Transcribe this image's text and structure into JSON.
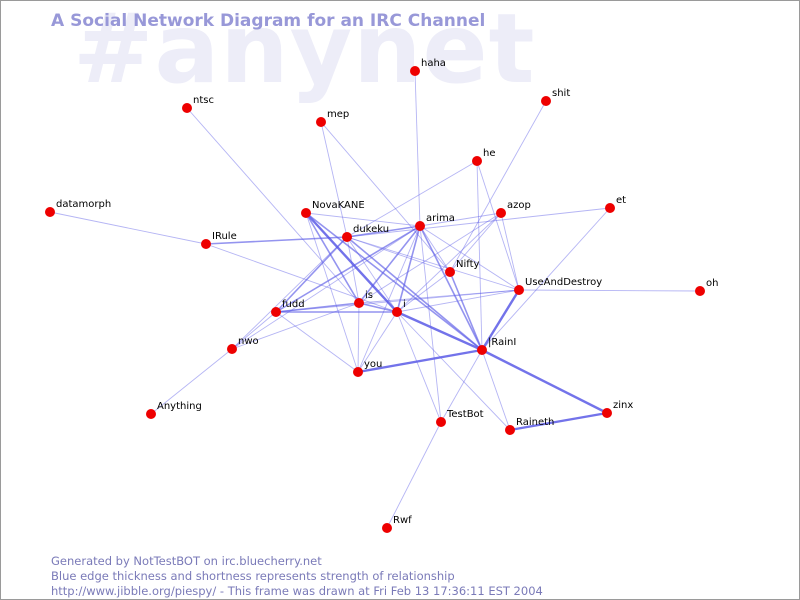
{
  "watermark": "#anynet",
  "title": "A Social Network Diagram for an IRC Channel",
  "footer": {
    "line1": "Generated by NotTestBOT on irc.bluecherry.net",
    "line2": "Blue edge thickness and shortness represents strength of relationship",
    "line3": "http://www.jibble.org/piespy/ - This frame was drawn at Fri Feb 13 17:36:11 EST 2004"
  },
  "colors": {
    "node": "#ee0000",
    "edge": "#5a5ae6",
    "title": "#9898d8",
    "watermark": "#ededf8"
  },
  "nodes": [
    {
      "id": "haha",
      "label": "haha"
    },
    {
      "id": "shit",
      "label": "shit"
    },
    {
      "id": "ntsc",
      "label": "ntsc"
    },
    {
      "id": "mep",
      "label": "mep"
    },
    {
      "id": "he",
      "label": "he"
    },
    {
      "id": "datamorph",
      "label": "datamorph"
    },
    {
      "id": "NovaKANE",
      "label": "NovaKANE"
    },
    {
      "id": "arima",
      "label": "arima"
    },
    {
      "id": "azop",
      "label": "azop"
    },
    {
      "id": "et",
      "label": "et"
    },
    {
      "id": "IRule",
      "label": "IRule"
    },
    {
      "id": "dukeku",
      "label": "dukeku"
    },
    {
      "id": "Nifty",
      "label": "Nifty"
    },
    {
      "id": "UseAndDestroy",
      "label": "UseAndDestroy"
    },
    {
      "id": "oh",
      "label": "oh"
    },
    {
      "id": "fudd",
      "label": "fudd"
    },
    {
      "id": "is",
      "label": "is"
    },
    {
      "id": "i",
      "label": "i"
    },
    {
      "id": "nwo",
      "label": "nwo"
    },
    {
      "id": "IRainI",
      "label": "|RainI"
    },
    {
      "id": "you",
      "label": "you"
    },
    {
      "id": "Anything",
      "label": "Anything"
    },
    {
      "id": "TestBot",
      "label": "TestBot"
    },
    {
      "id": "zinx",
      "label": "zinx"
    },
    {
      "id": "Raineth",
      "label": "Raineth"
    },
    {
      "id": "Rwf",
      "label": "Rwf"
    }
  ],
  "edges": [
    {
      "from": "haha",
      "to": "arima",
      "weight": 1
    },
    {
      "from": "shit",
      "to": "Nifty",
      "weight": 1
    },
    {
      "from": "ntsc",
      "to": "is",
      "weight": 1
    },
    {
      "from": "mep",
      "to": "dukeku",
      "weight": 1
    },
    {
      "from": "mep",
      "to": "Nifty",
      "weight": 1
    },
    {
      "from": "he",
      "to": "dukeku",
      "weight": 1
    },
    {
      "from": "he",
      "to": "UseAndDestroy",
      "weight": 1
    },
    {
      "from": "he",
      "to": "IRainI",
      "weight": 1
    },
    {
      "from": "datamorph",
      "to": "IRule",
      "weight": 1
    },
    {
      "from": "NovaKANE",
      "to": "arima",
      "weight": 1
    },
    {
      "from": "NovaKANE",
      "to": "is",
      "weight": 2
    },
    {
      "from": "NovaKANE",
      "to": "i",
      "weight": 3
    },
    {
      "from": "NovaKANE",
      "to": "IRainI",
      "weight": 2
    },
    {
      "from": "NovaKANE",
      "to": "you",
      "weight": 1
    },
    {
      "from": "arima",
      "to": "dukeku",
      "weight": 2
    },
    {
      "from": "arima",
      "to": "azop",
      "weight": 1
    },
    {
      "from": "arima",
      "to": "Nifty",
      "weight": 1
    },
    {
      "from": "arima",
      "to": "UseAndDestroy",
      "weight": 1
    },
    {
      "from": "arima",
      "to": "fudd",
      "weight": 2
    },
    {
      "from": "arima",
      "to": "is",
      "weight": 2
    },
    {
      "from": "arima",
      "to": "i",
      "weight": 2
    },
    {
      "from": "arima",
      "to": "IRainI",
      "weight": 2
    },
    {
      "from": "arima",
      "to": "nwo",
      "weight": 1
    },
    {
      "from": "arima",
      "to": "you",
      "weight": 1
    },
    {
      "from": "arima",
      "to": "TestBot",
      "weight": 1
    },
    {
      "from": "azop",
      "to": "Nifty",
      "weight": 1
    },
    {
      "from": "azop",
      "to": "UseAndDestroy",
      "weight": 1
    },
    {
      "from": "azop",
      "to": "i",
      "weight": 1
    },
    {
      "from": "azop",
      "to": "is",
      "weight": 1
    },
    {
      "from": "et",
      "to": "dukeku",
      "weight": 1
    },
    {
      "from": "et",
      "to": "IRainI",
      "weight": 1
    },
    {
      "from": "IRule",
      "to": "dukeku",
      "weight": 2
    },
    {
      "from": "IRule",
      "to": "i",
      "weight": 1
    },
    {
      "from": "dukeku",
      "to": "fudd",
      "weight": 2
    },
    {
      "from": "dukeku",
      "to": "is",
      "weight": 1
    },
    {
      "from": "dukeku",
      "to": "i",
      "weight": 1
    },
    {
      "from": "dukeku",
      "to": "Nifty",
      "weight": 1
    },
    {
      "from": "dukeku",
      "to": "IRainI",
      "weight": 2
    },
    {
      "from": "dukeku",
      "to": "UseAndDestroy",
      "weight": 1
    },
    {
      "from": "dukeku",
      "to": "nwo",
      "weight": 1
    },
    {
      "from": "Nifty",
      "to": "IRainI",
      "weight": 2
    },
    {
      "from": "Nifty",
      "to": "i",
      "weight": 1
    },
    {
      "from": "UseAndDestroy",
      "to": "oh",
      "weight": 1
    },
    {
      "from": "UseAndDestroy",
      "to": "IRainI",
      "weight": 3
    },
    {
      "from": "UseAndDestroy",
      "to": "i",
      "weight": 1
    },
    {
      "from": "UseAndDestroy",
      "to": "is",
      "weight": 1
    },
    {
      "from": "UseAndDestroy",
      "to": "fudd",
      "weight": 1
    },
    {
      "from": "fudd",
      "to": "is",
      "weight": 2
    },
    {
      "from": "fudd",
      "to": "i",
      "weight": 2
    },
    {
      "from": "fudd",
      "to": "nwo",
      "weight": 1
    },
    {
      "from": "fudd",
      "to": "you",
      "weight": 1
    },
    {
      "from": "is",
      "to": "i",
      "weight": 2
    },
    {
      "from": "is",
      "to": "you",
      "weight": 1
    },
    {
      "from": "is",
      "to": "nwo",
      "weight": 1
    },
    {
      "from": "i",
      "to": "IRainI",
      "weight": 3
    },
    {
      "from": "i",
      "to": "TestBot",
      "weight": 1
    },
    {
      "from": "i",
      "to": "Raineth",
      "weight": 1
    },
    {
      "from": "i",
      "to": "you",
      "weight": 1
    },
    {
      "from": "IRainI",
      "to": "you",
      "weight": 3
    },
    {
      "from": "IRainI",
      "to": "zinx",
      "weight": 3
    },
    {
      "from": "IRainI",
      "to": "TestBot",
      "weight": 1
    },
    {
      "from": "IRainI",
      "to": "Raineth",
      "weight": 1
    },
    {
      "from": "nwo",
      "to": "Anything",
      "weight": 1
    },
    {
      "from": "TestBot",
      "to": "Rwf",
      "weight": 1
    },
    {
      "from": "Raineth",
      "to": "zinx",
      "weight": 3
    }
  ]
}
